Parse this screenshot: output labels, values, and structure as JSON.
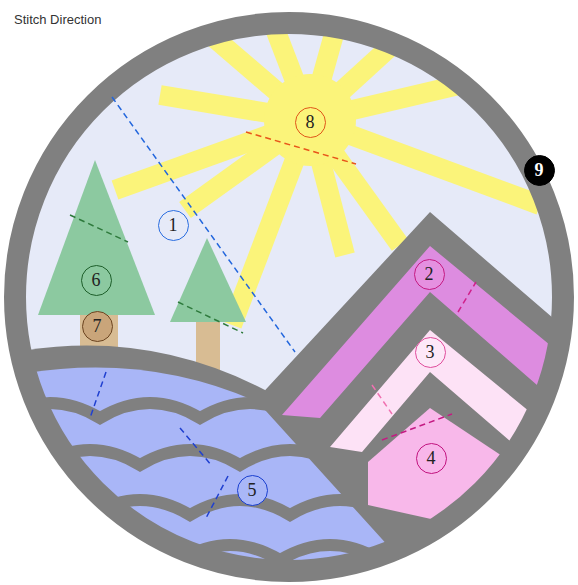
{
  "diagram": {
    "labels": [
      "Stitch Direction",
      "1",
      "2",
      "3",
      "4",
      "5",
      "6",
      "7",
      "8",
      "9"
    ]
  }
}
